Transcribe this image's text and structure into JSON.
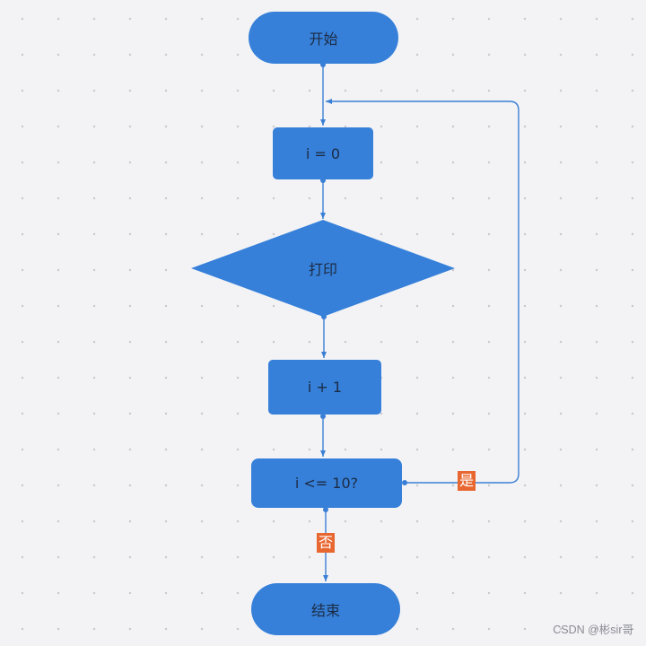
{
  "nodes": {
    "start": "开始",
    "init": "i = 0",
    "print": "打印",
    "increment": "i + 1",
    "condition": "i <= 10?",
    "end": "结束"
  },
  "edge_labels": {
    "yes": "是",
    "no": "否"
  },
  "watermark": "CSDN @彬sir哥",
  "colors": {
    "node_fill": "#3680d9",
    "edge": "#3a7fd5",
    "edge_label_bg": "#e8662f"
  }
}
